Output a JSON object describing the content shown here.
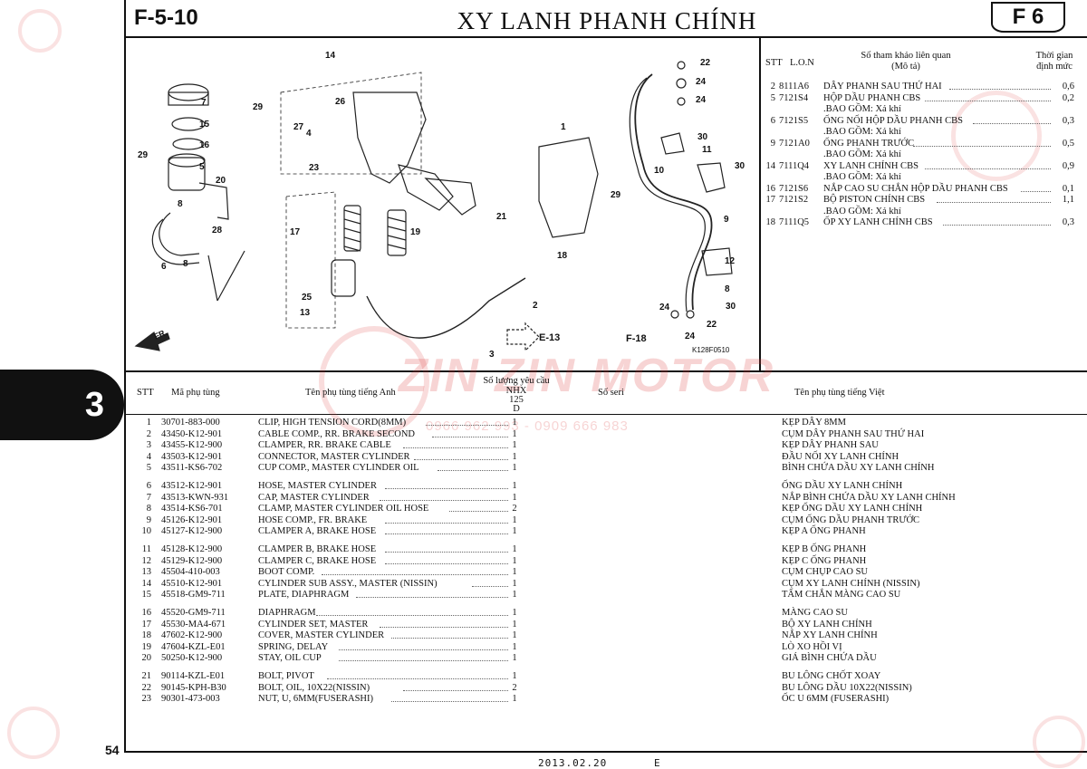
{
  "header": {
    "code": "F-5-10",
    "title": "XY LANH PHANH CHÍNH",
    "badge": "F 6"
  },
  "side_tab": "3",
  "page_number": "54",
  "footer": {
    "date": "2013.02.20",
    "edition": "E"
  },
  "watermark": {
    "brand": "ZIN ZIN MOTOR",
    "phone": "0966 962 993 - 0909 666 983"
  },
  "diagram": {
    "image_code": "K128F0510",
    "ref_e": "E-13",
    "ref_f": "F-18",
    "direction": "FR.",
    "callouts": [
      "14",
      "7",
      "15",
      "16",
      "29",
      "5",
      "8",
      "20",
      "28",
      "6",
      "8",
      "29",
      "27",
      "4",
      "26",
      "1",
      "23",
      "17",
      "19",
      "25",
      "13",
      "18",
      "29",
      "21",
      "2",
      "3",
      "22",
      "24",
      "24",
      "30",
      "10",
      "11",
      "30",
      "9",
      "12",
      "8",
      "24",
      "24",
      "22",
      "30"
    ]
  },
  "ref_table": {
    "headers": {
      "stt": "STT",
      "lon": "L.O.N",
      "ref": "Số tham khảo liên quan",
      "ref_sub": "(Mô tả)",
      "time": "Thời gian",
      "time_sub": "định mức"
    },
    "rows": [
      {
        "stt": "2",
        "lon": "8111A6",
        "desc": "DÂY PHANH SAU THỨ HAI",
        "note": "",
        "time": "0,6"
      },
      {
        "stt": "5",
        "lon": "7121S4",
        "desc": "HỘP DẦU PHANH CBS",
        "note": ".BAO GỒM: Xả khí",
        "time": "0,2"
      },
      {
        "stt": "6",
        "lon": "7121S5",
        "desc": "ỐNG NỐI HỘP DẦU PHANH CBS",
        "note": ".BAO GỒM: Xả khí",
        "time": "0,3"
      },
      {
        "stt": "9",
        "lon": "7121A0",
        "desc": "ỐNG PHANH TRƯỚC",
        "note": ".BAO GỒM: Xả khí",
        "time": "0,5"
      },
      {
        "stt": "14",
        "lon": "7111Q4",
        "desc": "XY LANH CHÍNH CBS",
        "note": ".BAO GỒM: Xả khí",
        "time": "0,9"
      },
      {
        "stt": "16",
        "lon": "7121S6",
        "desc": "NẮP CAO SU CHẮN HỘP DẦU PHANH CBS",
        "note": "",
        "time": "0,1"
      },
      {
        "stt": "17",
        "lon": "7121S2",
        "desc": "BỘ PISTON CHÍNH CBS",
        "note": ".BAO GỒM: Xả khí",
        "time": "1,1"
      },
      {
        "stt": "18",
        "lon": "7111Q5",
        "desc": "ỐP XY LANH CHÍNH CBS",
        "note": "",
        "time": "0,3"
      }
    ]
  },
  "parts_table": {
    "headers": {
      "stt": "STT",
      "code": "Mã phụ tùng",
      "en": "Tên phụ tùng tiếng Anh",
      "qty": "Số lượng yêu cầu",
      "model": "NHX",
      "model2": "125",
      "model3": "D",
      "serial": "Số seri",
      "vn": "Tên phụ tùng tiếng Việt"
    },
    "groups": [
      [
        {
          "stt": "1",
          "code": "30701-883-000",
          "en": "CLIP, HIGH TENSION CORD(8MM)",
          "qty": "1",
          "vn": "KẸP DÂY 8MM"
        },
        {
          "stt": "2",
          "code": "43450-K12-901",
          "en": "CABLE COMP., RR. BRAKE SECOND",
          "qty": "1",
          "vn": "CỤM DÂY PHANH SAU THỨ HAI"
        },
        {
          "stt": "3",
          "code": "43455-K12-900",
          "en": "CLAMPER, RR. BRAKE CABLE",
          "qty": "1",
          "vn": "KẸP DÂY PHANH SAU"
        },
        {
          "stt": "4",
          "code": "43503-K12-901",
          "en": "CONNECTOR, MASTER CYLINDER",
          "qty": "1",
          "vn": "ĐẦU NỐI XY LANH CHÍNH"
        },
        {
          "stt": "5",
          "code": "43511-KS6-702",
          "en": "CUP COMP., MASTER CYLINDER OIL",
          "qty": "1",
          "vn": "BÌNH CHỨA DẦU XY LANH CHÍNH"
        }
      ],
      [
        {
          "stt": "6",
          "code": "43512-K12-901",
          "en": "HOSE, MASTER CYLINDER",
          "qty": "1",
          "vn": "ỐNG DẦU XY LANH CHÍNH"
        },
        {
          "stt": "7",
          "code": "43513-KWN-931",
          "en": "CAP, MASTER CYLINDER",
          "qty": "1",
          "vn": "NẮP BÌNH CHỨA DẦU XY LANH CHÍNH"
        },
        {
          "stt": "8",
          "code": "43514-KS6-701",
          "en": "CLAMP, MASTER CYLINDER OIL  HOSE",
          "qty": "2",
          "vn": "KẸP ỐNG DẦU XY LANH CHÍNH"
        },
        {
          "stt": "9",
          "code": "45126-K12-901",
          "en": "HOSE COMP., FR. BRAKE",
          "qty": "1",
          "vn": "CỤM ỐNG  DẦU PHANH TRƯỚC"
        },
        {
          "stt": "10",
          "code": "45127-K12-900",
          "en": "CLAMPER A, BRAKE HOSE",
          "qty": "1",
          "vn": "KẸP A ỐNG PHANH"
        }
      ],
      [
        {
          "stt": "11",
          "code": "45128-K12-900",
          "en": "CLAMPER B, BRAKE HOSE",
          "qty": "1",
          "vn": "KẸP B ỐNG PHANH"
        },
        {
          "stt": "12",
          "code": "45129-K12-900",
          "en": "CLAMPER C, BRAKE HOSE",
          "qty": "1",
          "vn": "KẸP C ỐNG PHANH"
        },
        {
          "stt": "13",
          "code": "45504-410-003",
          "en": "BOOT COMP.",
          "qty": "1",
          "vn": "CỤM CHỤP CAO SU"
        },
        {
          "stt": "14",
          "code": "45510-K12-901",
          "en": "CYLINDER SUB ASSY., MASTER  (NISSIN)",
          "qty": "1",
          "vn": "CỤM XY LANH CHÍNH (NISSIN)"
        },
        {
          "stt": "15",
          "code": "45518-GM9-711",
          "en": "PLATE, DIAPHRAGM",
          "qty": "1",
          "vn": "TẤM CHẮN MÀNG CAO SU"
        }
      ],
      [
        {
          "stt": "16",
          "code": "45520-GM9-711",
          "en": "DIAPHRAGM",
          "qty": "1",
          "vn": "MÀNG CAO SU"
        },
        {
          "stt": "17",
          "code": "45530-MA4-671",
          "en": "CYLINDER SET, MASTER",
          "qty": "1",
          "vn": "BỘ XY LANH CHÍNH"
        },
        {
          "stt": "18",
          "code": "47602-K12-900",
          "en": "COVER, MASTER CYLINDER",
          "qty": "1",
          "vn": "NẮP XY LANH CHÍNH"
        },
        {
          "stt": "19",
          "code": "47604-KZL-E01",
          "en": "SPRING, DELAY",
          "qty": "1",
          "vn": "LÒ XO HỒI VỊ"
        },
        {
          "stt": "20",
          "code": "50250-K12-900",
          "en": "STAY, OIL CUP",
          "qty": "1",
          "vn": "GIÁ BÌNH CHỨA DẦU"
        }
      ],
      [
        {
          "stt": "21",
          "code": "90114-KZL-E01",
          "en": "BOLT, PIVOT",
          "qty": "1",
          "vn": "BU LÔNG CHỐT XOAY"
        },
        {
          "stt": "22",
          "code": "90145-KPH-B30",
          "en": "BOLT, OIL, 10X22(NISSIN)",
          "qty": "2",
          "vn": "BU LÔNG DẦU 10X22(NISSIN)"
        },
        {
          "stt": "23",
          "code": "90301-473-003",
          "en": "NUT, U, 6MM(FUSERASHI)",
          "qty": "1",
          "vn": "ỐC U 6MM (FUSERASHI)"
        }
      ]
    ]
  }
}
